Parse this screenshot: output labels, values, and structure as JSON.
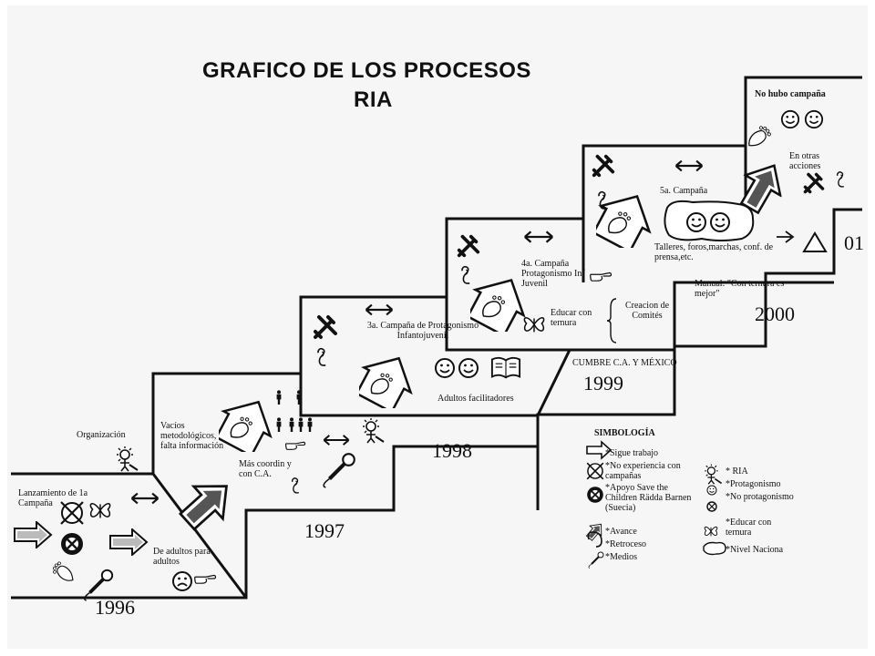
{
  "title": {
    "line1": "GRAFICO DE LOS PROCESOS",
    "line2": "RIA"
  },
  "years": [
    "1996",
    "1997",
    "1998",
    "1999",
    "2000",
    "01"
  ],
  "stage1996": {
    "launch": "Lanzamiento de 1a Campaña",
    "organization": "Organización",
    "adults": "De adultos para adultos"
  },
  "stage1997": {
    "gaps": "Vacíos metodológicos, falta información",
    "coordination": "Más coordin y con C.A."
  },
  "stage1998": {
    "campaign": "3a. Campaña de Protagonismo Infantojuvenil",
    "facilitators": "Adultos facilitadores"
  },
  "stage1999": {
    "campaign": "4a. Campaña Protagonismo Inf Juvenil",
    "educate": "Educar con ternura",
    "committees": "Creacion de Comités",
    "summit": "CUMBRE C.A. Y MÉXICO"
  },
  "stage2000": {
    "campaign": "5a. Campaña",
    "workshops": "Talleres, foros,marchas, conf. de prensa,etc.",
    "manual": "Manual: \"Con ternura es mejor\""
  },
  "stage2001": {
    "no_campaign": "No hubo campaña",
    "other_actions": "En otras acciones"
  },
  "legend": {
    "title": "SIMBOLOGÍA",
    "left": [
      "*Sigue trabajo",
      "*No experiencia con campañas",
      "*Apoyo Save the Children Rädda Barnen (Suecia)",
      "*Avance",
      "*Retroceso",
      "*Medios"
    ],
    "right": [
      "* RIA",
      "*Protagonismo",
      "*No protagonismo",
      "*Educar con ternura",
      "*Nivel Naciona"
    ]
  },
  "icons": [
    "right-arrow-icon",
    "double-arrow-icon",
    "tools-icon",
    "ear-icon",
    "footprint-icon",
    "butterfly-icon",
    "microphone-icon",
    "smiley-icon",
    "sad-face-icon",
    "book-icon",
    "people-icon",
    "sun-figure-icon",
    "hand-point-icon",
    "triangle-icon",
    "map-cloud-icon",
    "no-experience-icon",
    "save-children-icon"
  ]
}
